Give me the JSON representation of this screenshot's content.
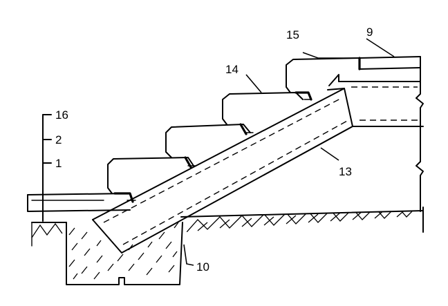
{
  "callouts": [
    {
      "key": "c16",
      "text": "16"
    },
    {
      "key": "c2",
      "text": "2"
    },
    {
      "key": "c1",
      "text": "1"
    },
    {
      "key": "c15",
      "text": "15"
    },
    {
      "key": "c9",
      "text": "9"
    },
    {
      "key": "c14",
      "text": "14"
    },
    {
      "key": "c13",
      "text": "13"
    },
    {
      "key": "c10",
      "text": "10"
    }
  ],
  "colors": {
    "ink": "#000000",
    "paper": "#ffffff"
  }
}
